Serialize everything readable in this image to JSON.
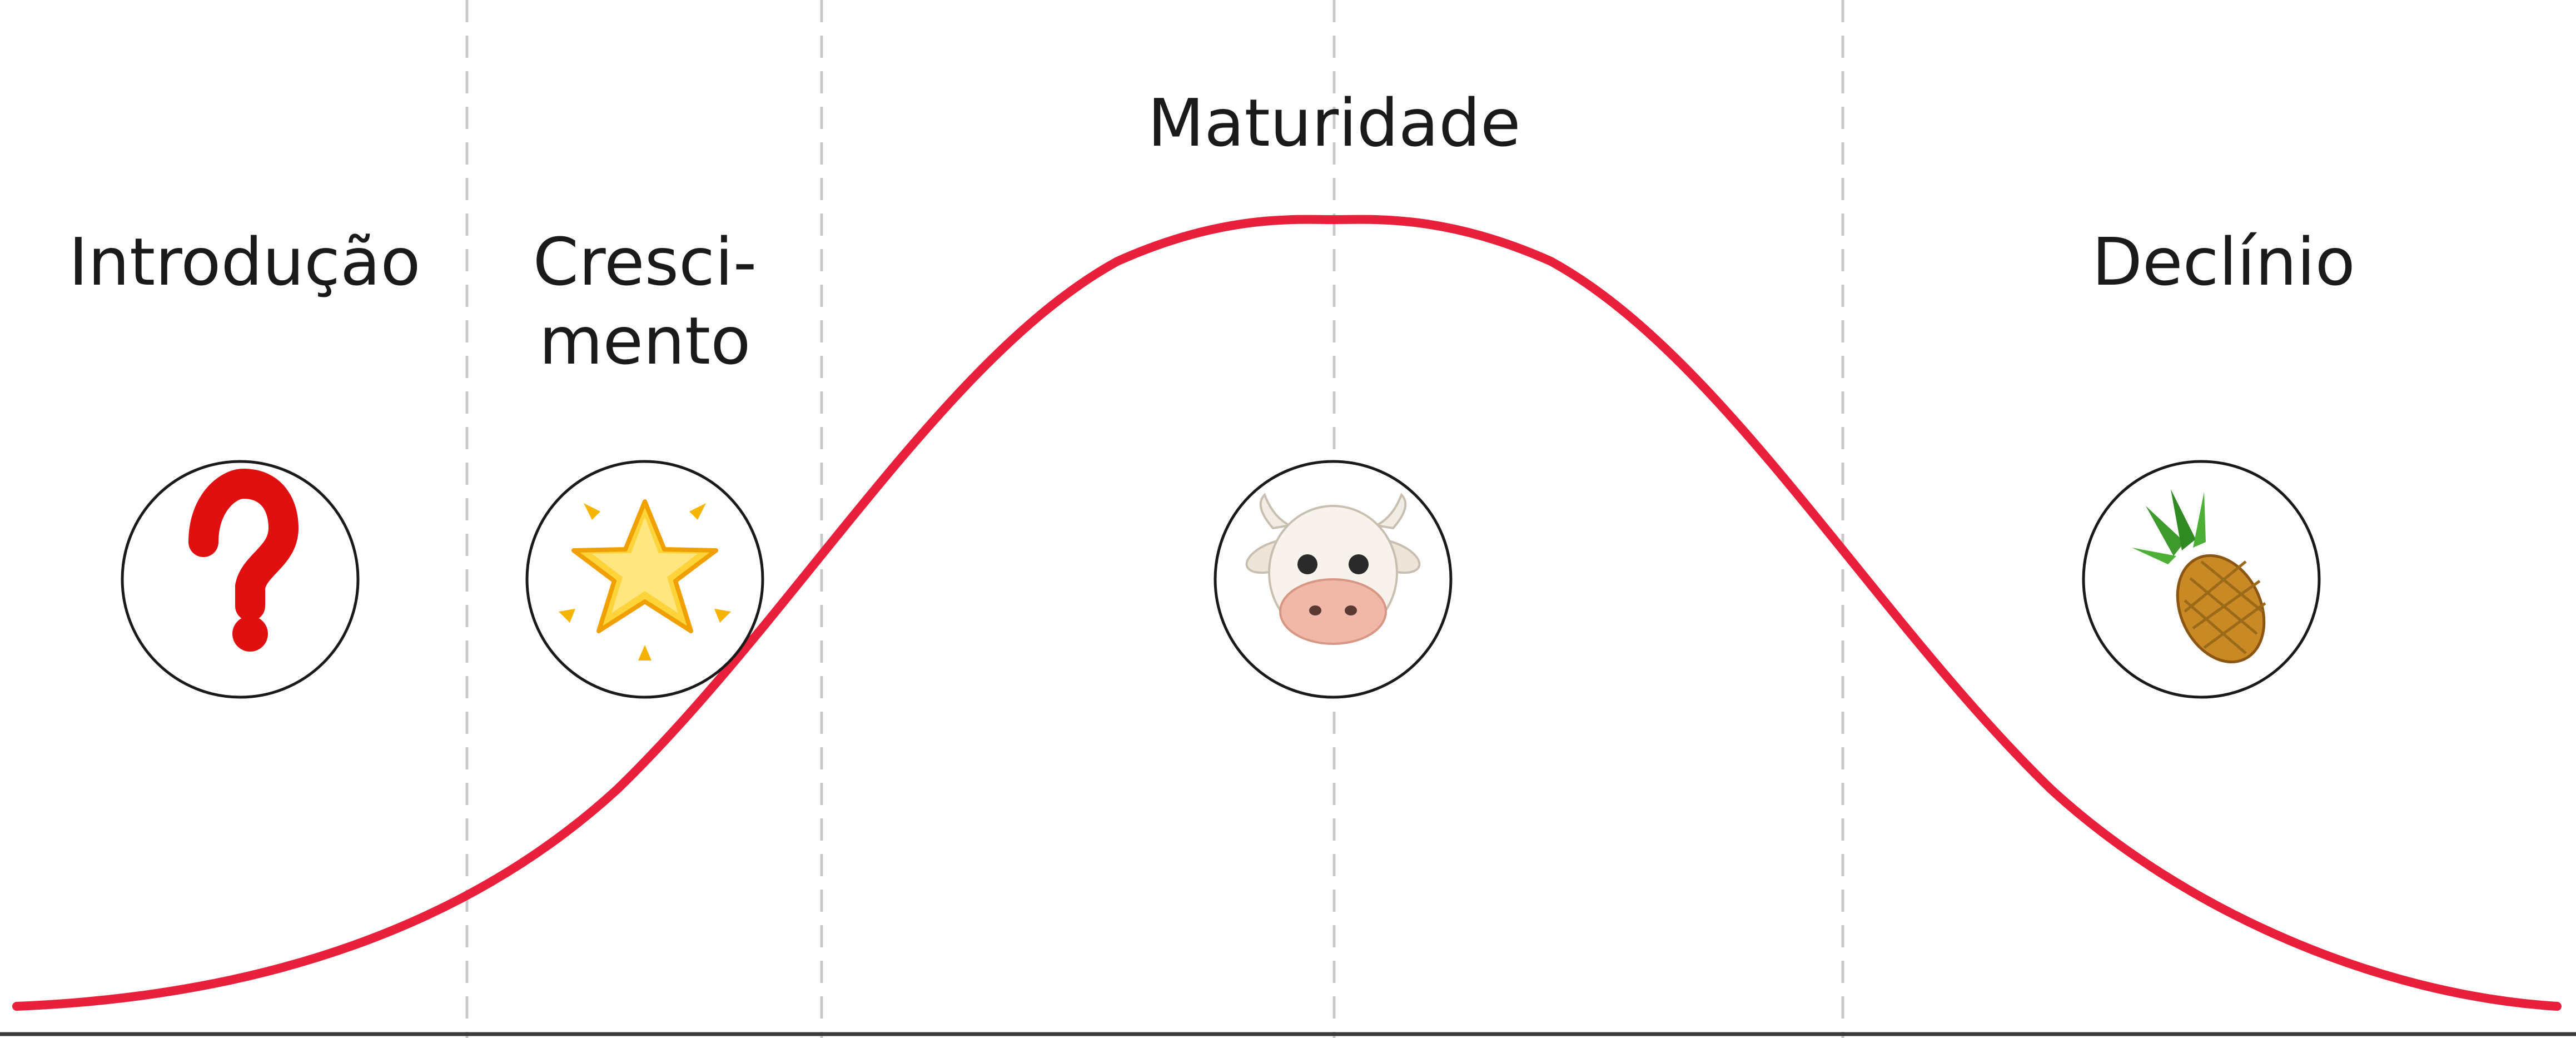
{
  "stages": [
    {
      "id": "introducao",
      "label_lines": [
        "Introdução"
      ],
      "icon": "question-mark-icon"
    },
    {
      "id": "crescimento",
      "label_lines": [
        "Cresci-",
        "mento"
      ],
      "icon": "glowing-star-icon"
    },
    {
      "id": "maturidade",
      "label_lines": [
        "Maturidade"
      ],
      "icon": "cow-face-icon"
    },
    {
      "id": "declinio",
      "label_lines": [
        "Declínio"
      ],
      "icon": "pineapple-icon"
    }
  ],
  "colors": {
    "curve": "#e8203c",
    "divider": "#c8c8c8",
    "baseline": "#3a3a3a",
    "text": "#1a1a1a"
  }
}
